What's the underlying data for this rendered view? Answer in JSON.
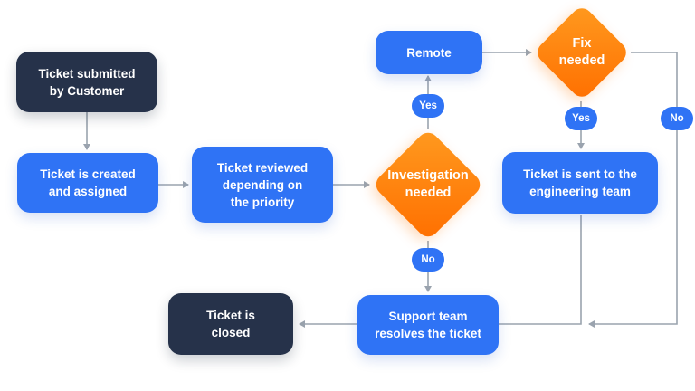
{
  "nodes": {
    "submitted": "Ticket submitted\nby Customer",
    "created": "Ticket is created\nand assigned",
    "reviewed": "Ticket reviewed\ndepending on\nthe priority",
    "investigation": "Investigation\nneeded",
    "remote": "Remote",
    "fix": "Fix\nneeded",
    "engineering": "Ticket is sent to the\nengineering team",
    "support": "Support team\nresolves the ticket",
    "closed": "Ticket is\nclosed"
  },
  "labels": {
    "yes_investigation": "Yes",
    "no_investigation": "No",
    "yes_fix": "Yes",
    "no_fix": "No"
  },
  "colors": {
    "process": "#2f73f5",
    "terminal": "#26324a",
    "decision": "#ff7a00",
    "connector": "#9aa3ae"
  }
}
